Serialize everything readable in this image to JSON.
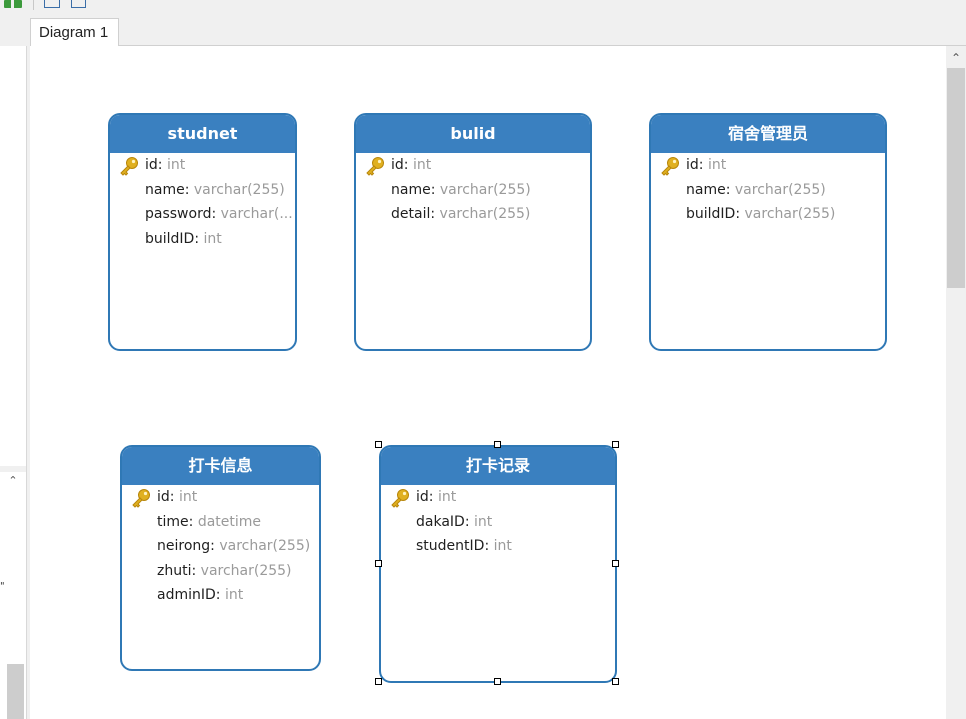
{
  "tab": {
    "label": "Diagram 1"
  },
  "left_panel": {
    "fragment": "\""
  },
  "entities": [
    {
      "title": "studnet",
      "fields": [
        {
          "name": "id",
          "type": "int",
          "primary_key": true
        },
        {
          "name": "name",
          "type": "varchar(255)",
          "primary_key": false
        },
        {
          "name": "password",
          "type": "varchar(...",
          "primary_key": false
        },
        {
          "name": "buildID",
          "type": "int",
          "primary_key": false
        }
      ]
    },
    {
      "title": "bulid",
      "fields": [
        {
          "name": "id",
          "type": "int",
          "primary_key": true
        },
        {
          "name": "name",
          "type": "varchar(255)",
          "primary_key": false
        },
        {
          "name": "detail",
          "type": "varchar(255)",
          "primary_key": false
        }
      ]
    },
    {
      "title": "宿舍管理员",
      "fields": [
        {
          "name": "id",
          "type": "int",
          "primary_key": true
        },
        {
          "name": "name",
          "type": "varchar(255)",
          "primary_key": false
        },
        {
          "name": "buildID",
          "type": "varchar(255)",
          "primary_key": false
        }
      ]
    },
    {
      "title": "打卡信息",
      "fields": [
        {
          "name": "id",
          "type": "int",
          "primary_key": true
        },
        {
          "name": "time",
          "type": "datetime",
          "primary_key": false
        },
        {
          "name": "neirong",
          "type": "varchar(255)",
          "primary_key": false
        },
        {
          "name": "zhuti",
          "type": "varchar(255)",
          "primary_key": false
        },
        {
          "name": "adminID",
          "type": "int",
          "primary_key": false
        }
      ]
    },
    {
      "title": "打卡记录",
      "selected": true,
      "fields": [
        {
          "name": "id",
          "type": "int",
          "primary_key": true
        },
        {
          "name": "dakaID",
          "type": "int",
          "primary_key": false
        },
        {
          "name": "studentID",
          "type": "int",
          "primary_key": false
        }
      ]
    }
  ],
  "colors": {
    "header": "#3a80c0",
    "border": "#2f78b5",
    "field_type": "#9a9a9a",
    "key": "#e0b020"
  }
}
